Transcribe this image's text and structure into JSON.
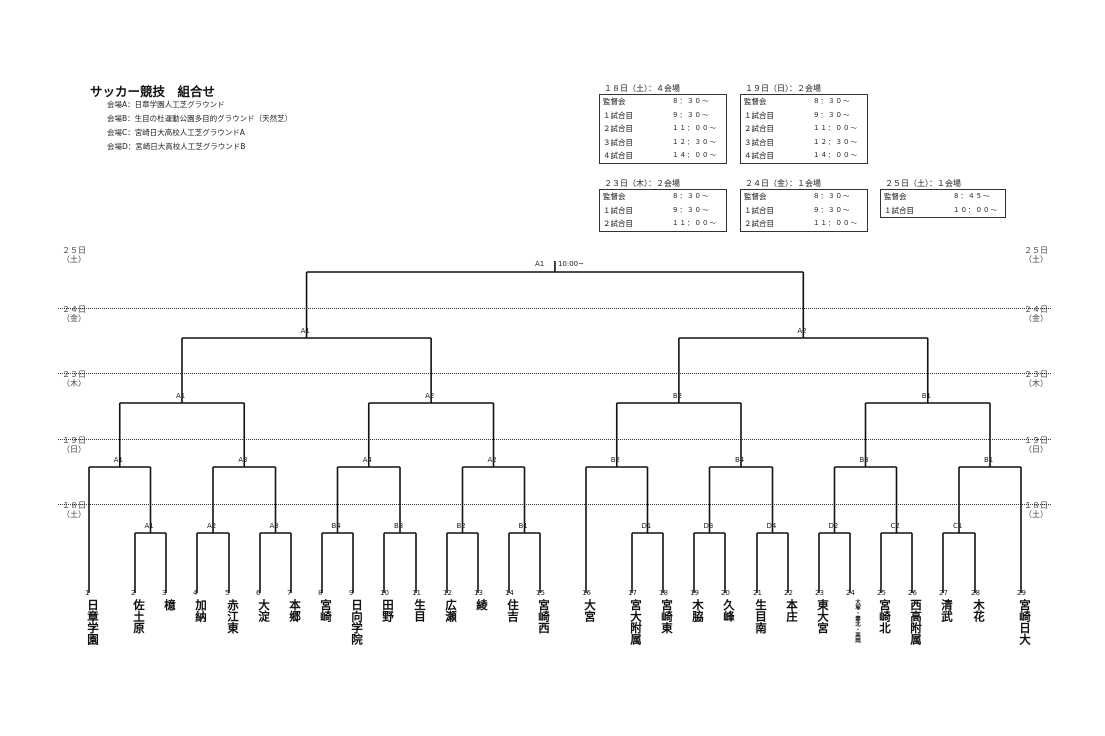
{
  "title": "サッカー競技　組合せ",
  "venues": [
    "会場A：日章学園人工芝グラウンド",
    "会場B：生目の杜運動公園多目的グラウンド（天然芝）",
    "会場C：宮崎日大高校人工芝グラウンドA",
    "会場D：宮崎日大高校人工芝グラウンドB"
  ],
  "schedules": [
    {
      "title": "１８日（土）：４会場",
      "rows": [
        [
          "監督会",
          "８：３０～"
        ],
        [
          "１試合目",
          "９：３０～"
        ],
        [
          "２試合目",
          "１１：００～"
        ],
        [
          "３試合目",
          "１２：３０～"
        ],
        [
          "４試合目",
          "１４：００～"
        ]
      ]
    },
    {
      "title": "１９日（日）：２会場",
      "rows": [
        [
          "監督会",
          "８：３０～"
        ],
        [
          "１試合目",
          "９：３０～"
        ],
        [
          "２試合目",
          "１１：００～"
        ],
        [
          "３試合目",
          "１２：３０～"
        ],
        [
          "４試合目",
          "１４：００～"
        ]
      ]
    },
    {
      "title": "２３日（木）：２会場",
      "rows": [
        [
          "監督会",
          "８：３０～"
        ],
        [
          "１試合目",
          "９：３０～"
        ],
        [
          "２試合目",
          "１１：００～"
        ]
      ]
    },
    {
      "title": "２４日（金）：１会場",
      "rows": [
        [
          "監督会",
          "８：３０～"
        ],
        [
          "１試合目",
          "９：３０～"
        ],
        [
          "２試合目",
          "１１：００～"
        ]
      ]
    },
    {
      "title": "２５日（土）：１会場",
      "rows": [
        [
          "監督会",
          "８：４５～"
        ],
        [
          "１試合目",
          "１０：００～"
        ]
      ]
    }
  ],
  "days": [
    {
      "date": "２５日",
      "dow": "（土）"
    },
    {
      "date": "２４日",
      "dow": "（金）"
    },
    {
      "date": "２３日",
      "dow": "（木）"
    },
    {
      "date": "１９日",
      "dow": "（日）"
    },
    {
      "date": "１８日",
      "dow": "（土）"
    }
  ],
  "teams": [
    {
      "seed": "1",
      "name": "日章学園"
    },
    {
      "seed": "2",
      "name": "佐土原"
    },
    {
      "seed": "3",
      "name": "檍"
    },
    {
      "seed": "4",
      "name": "加納"
    },
    {
      "seed": "5",
      "name": "赤江東"
    },
    {
      "seed": "6",
      "name": "大淀"
    },
    {
      "seed": "7",
      "name": "本郷"
    },
    {
      "seed": "8",
      "name": "宮崎"
    },
    {
      "seed": "9",
      "name": "日向学院"
    },
    {
      "seed": "10",
      "name": "田野"
    },
    {
      "seed": "11",
      "name": "生目"
    },
    {
      "seed": "12",
      "name": "広瀬"
    },
    {
      "seed": "13",
      "name": "綾"
    },
    {
      "seed": "14",
      "name": "住吉"
    },
    {
      "seed": "15",
      "name": "宮崎西"
    },
    {
      "seed": "16",
      "name": "大宮"
    },
    {
      "seed": "17",
      "name": "宮大附属"
    },
    {
      "seed": "18",
      "name": "宮崎東"
    },
    {
      "seed": "19",
      "name": "木脇"
    },
    {
      "seed": "20",
      "name": "久峰"
    },
    {
      "seed": "21",
      "name": "生目南"
    },
    {
      "seed": "22",
      "name": "本庄"
    },
    {
      "seed": "23",
      "name": "東大宮"
    },
    {
      "seed": "24",
      "name": "大塚・妻北・高岡"
    },
    {
      "seed": "25",
      "name": "宮崎北"
    },
    {
      "seed": "26",
      "name": "西高附属"
    },
    {
      "seed": "27",
      "name": "清武"
    },
    {
      "seed": "28",
      "name": "木花"
    },
    {
      "seed": "29",
      "name": "宮崎日大"
    }
  ],
  "match_labels": {
    "r1": [
      "A1",
      "A2",
      "A3",
      "B4",
      "B3",
      "B2",
      "B1",
      "D1",
      "D3",
      "D4",
      "D2",
      "C2",
      "C1"
    ],
    "r2": [
      "A1",
      "A3",
      "A4",
      "A2",
      "B2",
      "B4",
      "B3",
      "B1"
    ],
    "r3": [
      "A1",
      "A2",
      "B2",
      "B1"
    ],
    "r4": [
      "A1",
      "A2"
    ],
    "final": "A1",
    "final_time": "10:00~"
  }
}
